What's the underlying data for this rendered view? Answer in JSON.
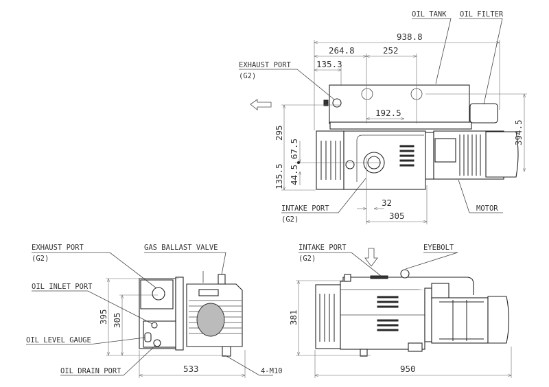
{
  "top_view": {
    "labels": {
      "oil_tank": "OIL TANK",
      "oil_filter": "OIL FILTER",
      "exhaust_port": "EXHAUST PORT",
      "exhaust_port_thread": "(G2)",
      "intake_port": "INTAKE PORT",
      "intake_port_thread": "(G2)",
      "motor": "MOTOR"
    },
    "dimensions": {
      "overall_length": "938.8",
      "d264_8": "264.8",
      "d252": "252",
      "d135_3": "135.3",
      "d192_5": "192.5",
      "d295": "295",
      "d67_5": "67.5",
      "d44_5": "44.5",
      "d135_5": "135.5",
      "d394_5": "394.5",
      "d32": "32",
      "d305": "305"
    }
  },
  "end_view": {
    "labels": {
      "exhaust_port": "EXHAUST PORT",
      "exhaust_port_thread": "(G2)",
      "gas_ballast_valve": "GAS BALLAST VALVE",
      "oil_inlet_port": "OIL INLET PORT",
      "oil_level_gauge": "OIL LEVEL GAUGE",
      "oil_drain_port": "OIL DRAIN PORT",
      "mounting": "4-M10"
    },
    "dimensions": {
      "height": "395",
      "d305": "305",
      "width": "533"
    }
  },
  "side_view": {
    "labels": {
      "intake_port": "INTAKE PORT",
      "intake_port_thread": "(G2)",
      "eyebolt": "EYEBOLT"
    },
    "dimensions": {
      "height": "381",
      "length": "950"
    }
  }
}
